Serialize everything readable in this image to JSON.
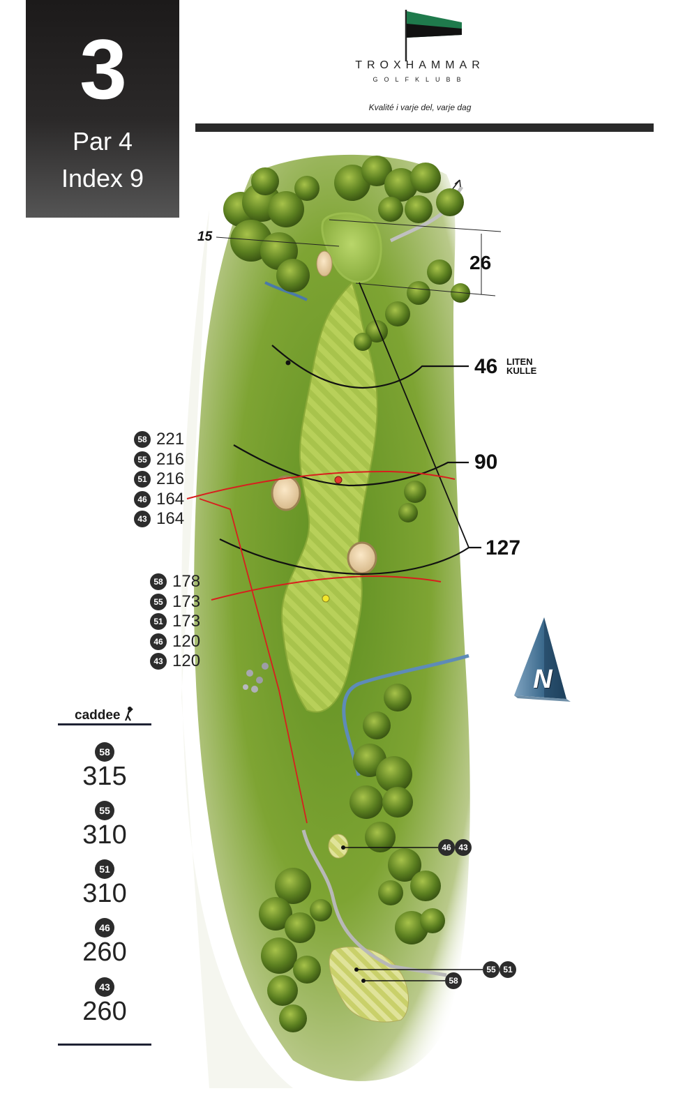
{
  "hole": {
    "number": "3",
    "par": "Par 4",
    "index": "Index 9"
  },
  "club": {
    "name": "TROXHAMMAR",
    "sub": "GOLFKLUBB",
    "tagline": "Kvalité i varje del, varje dag"
  },
  "green": {
    "width_label": "15",
    "depth_label": "26"
  },
  "carries": [
    {
      "value": "46",
      "note_line1": "LITEN",
      "note_line2": "KULLE"
    },
    {
      "value": "90"
    },
    {
      "value": "127"
    }
  ],
  "hazard_distances_upper": [
    {
      "tee": "58",
      "value": "221"
    },
    {
      "tee": "55",
      "value": "216"
    },
    {
      "tee": "51",
      "value": "216"
    },
    {
      "tee": "46",
      "value": "164"
    },
    {
      "tee": "43",
      "value": "164"
    }
  ],
  "hazard_distances_lower": [
    {
      "tee": "58",
      "value": "178"
    },
    {
      "tee": "55",
      "value": "173"
    },
    {
      "tee": "51",
      "value": "173"
    },
    {
      "tee": "46",
      "value": "120"
    },
    {
      "tee": "43",
      "value": "120"
    }
  ],
  "tee_markers": {
    "forward": [
      "46",
      "43"
    ],
    "middle": [
      "55",
      "51"
    ],
    "back": [
      "58"
    ]
  },
  "compass": {
    "letter": "N"
  },
  "sidebar": {
    "brand": "caddee",
    "tees": [
      {
        "tee": "58",
        "length": "315"
      },
      {
        "tee": "55",
        "length": "310"
      },
      {
        "tee": "51",
        "length": "310"
      },
      {
        "tee": "46",
        "length": "260"
      },
      {
        "tee": "43",
        "length": "260"
      }
    ]
  },
  "colors": {
    "grass": "#7ba432",
    "fairway": "#a7c44a",
    "hazard_line": "#d81e1e",
    "dark": "#2c2c2c",
    "water": "#5e8bb8"
  }
}
